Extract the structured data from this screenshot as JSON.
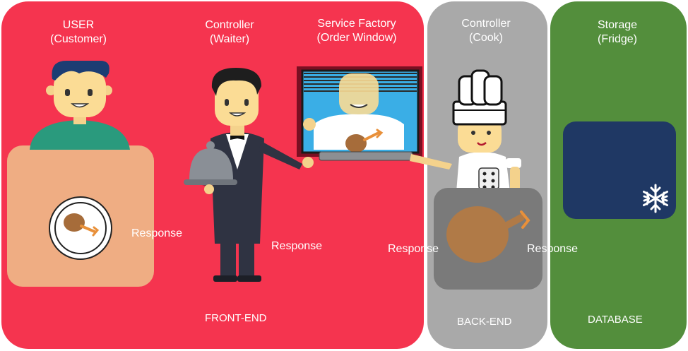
{
  "roles": {
    "user": {
      "line1": "USER",
      "line2": "(Customer)"
    },
    "waiter": {
      "line1": "Controller",
      "line2": "(Waiter)"
    },
    "service_factory": {
      "line1": "Service Factory",
      "line2": "(Order Window)"
    },
    "cook": {
      "line1": "Controller",
      "line2": "(Cook)"
    },
    "storage": {
      "line1": "Storage",
      "line2": "(Fridge)"
    }
  },
  "responses": {
    "user_to_waiter": "Response",
    "waiter_to_window": "Response",
    "window_to_cook": "Response",
    "cook_to_storage": "Response"
  },
  "sections": {
    "frontend": "FRONT-END",
    "backend": "BACK-END",
    "database": "DATABASE"
  },
  "colors": {
    "frontend": "#f5344f",
    "backend": "#a9a9a9",
    "database": "#538e3c",
    "fridge": "#1f3864"
  },
  "icons": [
    "customer-icon",
    "chicken-plate-icon",
    "waiter-icon",
    "cloche-icon",
    "order-window-icon",
    "cook-icon",
    "roast-chicken-icon",
    "fridge-icon",
    "snowflake-icon"
  ]
}
